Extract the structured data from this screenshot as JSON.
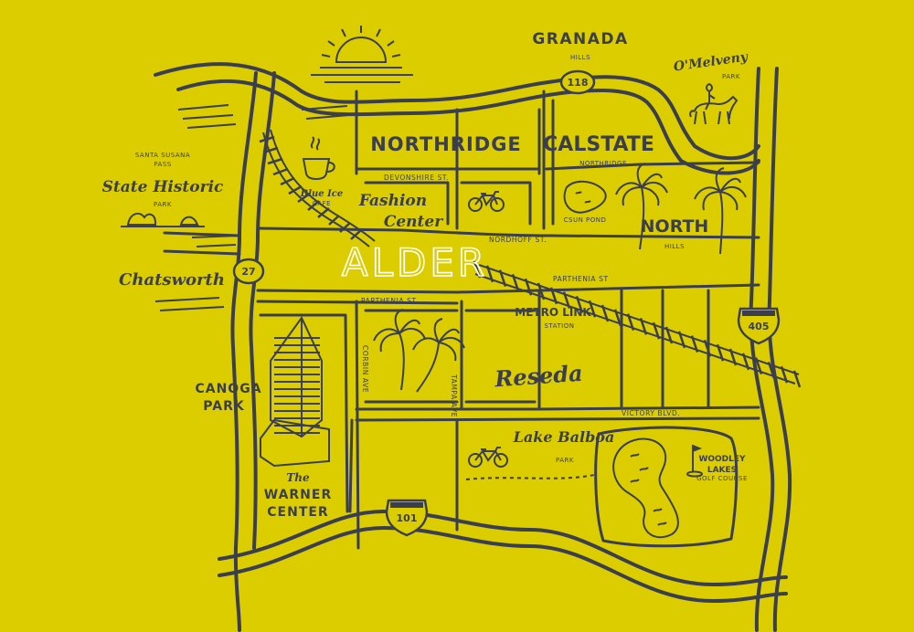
{
  "title": "ALDER",
  "places": {
    "granada_hills": {
      "line1": "GRANADA",
      "line2": "HILLS"
    },
    "omelveny": {
      "line1": "O'Melveny",
      "line2": "PARK"
    },
    "northridge": "NORTHRIDGE",
    "calstate": {
      "line1": "CALSTATE",
      "line2": "NORTHRIDGE",
      "pond": "CSUN POND"
    },
    "north_hills": {
      "line1": "NORTH",
      "line2": "HILLS"
    },
    "santa_susana": {
      "line1": "SANTA SUSANA",
      "line2": "PASS",
      "line3": "State Historic",
      "line4": "PARK"
    },
    "blue_ice": {
      "line1": "Blue Ice",
      "line2": "CAFE"
    },
    "fashion_center": {
      "line1": "Fashion",
      "line2": "Center"
    },
    "chatsworth": "Chatsworth",
    "metrolink": {
      "line1": "METRO LINK",
      "line2": "STATION"
    },
    "canoga_park": {
      "line1": "CANOGA",
      "line2": "PARK"
    },
    "reseda": "Reseda",
    "lake_balboa": {
      "line1": "Lake Balboa",
      "line2": "PARK"
    },
    "woodley": {
      "line1": "WOODLEY",
      "line2": "LAKES",
      "line3": "GOLF COURSE"
    },
    "warner_center": {
      "line1": "The",
      "line2": "WARNER",
      "line3": "CENTER"
    }
  },
  "streets": {
    "devonshire": "DEVONSHIRE ST.",
    "nordhoff": "NORDHOFF ST.",
    "parthenia_west": "PARTHENIA ST.",
    "parthenia_east": "PARTHENIA ST",
    "corbin": "CORBIN AVE",
    "tampa": "TAMPA AVE",
    "victory": "VICTORY BLVD."
  },
  "shields": {
    "route_118": "118",
    "route_27": "27",
    "route_405": "405",
    "route_101": "101"
  },
  "colors": {
    "background": "#dccd00",
    "ink": "#3b3f4d",
    "highlight": "#ffffff"
  },
  "icons": [
    "sun-icon",
    "coffee-cup-icon",
    "bicycle-icon",
    "palm-tree-icon",
    "horse-rider-icon",
    "golf-flag-icon",
    "skyscraper-icon",
    "rocks-icon"
  ]
}
